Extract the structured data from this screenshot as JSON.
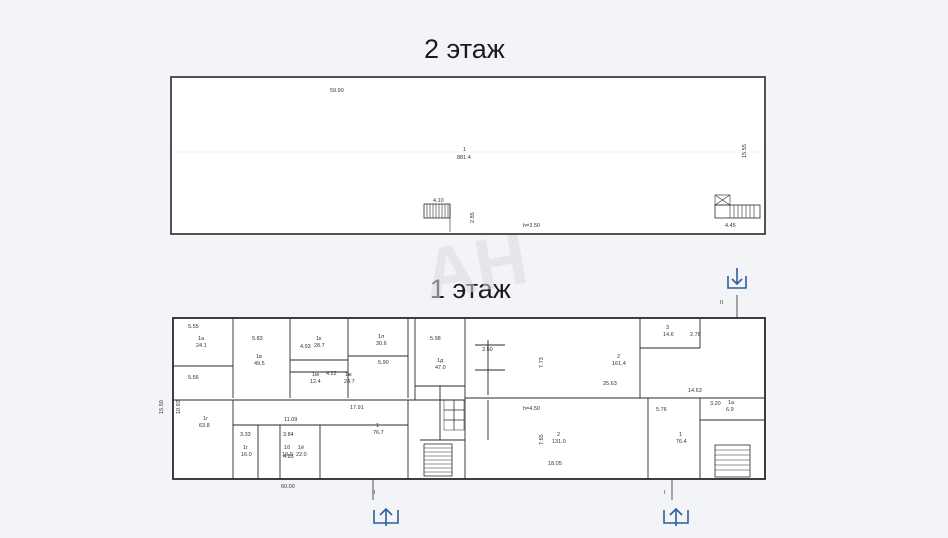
{
  "floor2": {
    "title": "2 этаж",
    "dims": {
      "length": "59.90",
      "width": "15.55",
      "stair_w": "4.10",
      "stair_d": "2.85",
      "height": "h=3.50",
      "right_stair": "4.45"
    },
    "room": {
      "num": "1",
      "area": "881.4"
    }
  },
  "floor1": {
    "title": "1 этаж",
    "dims": {
      "total_length": "60.00",
      "total_width": "15.50",
      "inner_width": "10.92",
      "corridor": "17.91",
      "hall_len": "25.63",
      "hall2_len": "18.05",
      "height": "h=4.50",
      "span": "14.63"
    },
    "rooms": [
      {
        "id": "r1",
        "num": "1a",
        "area": "24.1",
        "dim": "5.55"
      },
      {
        "id": "r2",
        "num": "1в",
        "area": "49.5",
        "dim": "5.83"
      },
      {
        "id": "r3",
        "num": "1к",
        "area": "28.7",
        "dim": "4.93"
      },
      {
        "id": "r4",
        "num": "1л",
        "area": "30.6",
        "dim": "5.90"
      },
      {
        "id": "r5",
        "num": "1ж",
        "area": "24.7",
        "dim": "4.22"
      },
      {
        "id": "r6",
        "num": "1м",
        "area": "12.4",
        "dim": "3.50"
      },
      {
        "id": "r7",
        "num": "1д",
        "area": "47.0",
        "dim": "5.98"
      },
      {
        "id": "r8",
        "num": "1r",
        "area": "63.8",
        "dim": "5.56"
      },
      {
        "id": "r9",
        "num": "1",
        "area": "76.7",
        "dim": "11.09"
      },
      {
        "id": "r10",
        "num": "1г",
        "area": "16.0",
        "dim": "3.33"
      },
      {
        "id": "r11",
        "num": "1б",
        "area": "19.0",
        "dim": "3.84"
      },
      {
        "id": "r12",
        "num": "1ё",
        "area": "22.0",
        "dim": "4.83"
      },
      {
        "id": "r13",
        "num": "2",
        "area": "161.4",
        "dim": "7.73"
      },
      {
        "id": "r14",
        "num": "2",
        "area": "131.0",
        "dim": "7.65"
      },
      {
        "id": "r15",
        "num": "1",
        "area": "76.4",
        "dim": "5.76"
      },
      {
        "id": "r16",
        "num": "3",
        "area": "14.6",
        "dim": "2.78"
      },
      {
        "id": "r17",
        "num": "1а",
        "area": "6.9",
        "dim": "3.20"
      }
    ],
    "section_marks": [
      "II",
      "I"
    ]
  },
  "watermark": "АН",
  "icons": {
    "download": "download-tray-icon",
    "upload": "upload-tray-icon"
  },
  "colors": {
    "accent": "#2d5f9a",
    "line": "#2a2a2a"
  }
}
